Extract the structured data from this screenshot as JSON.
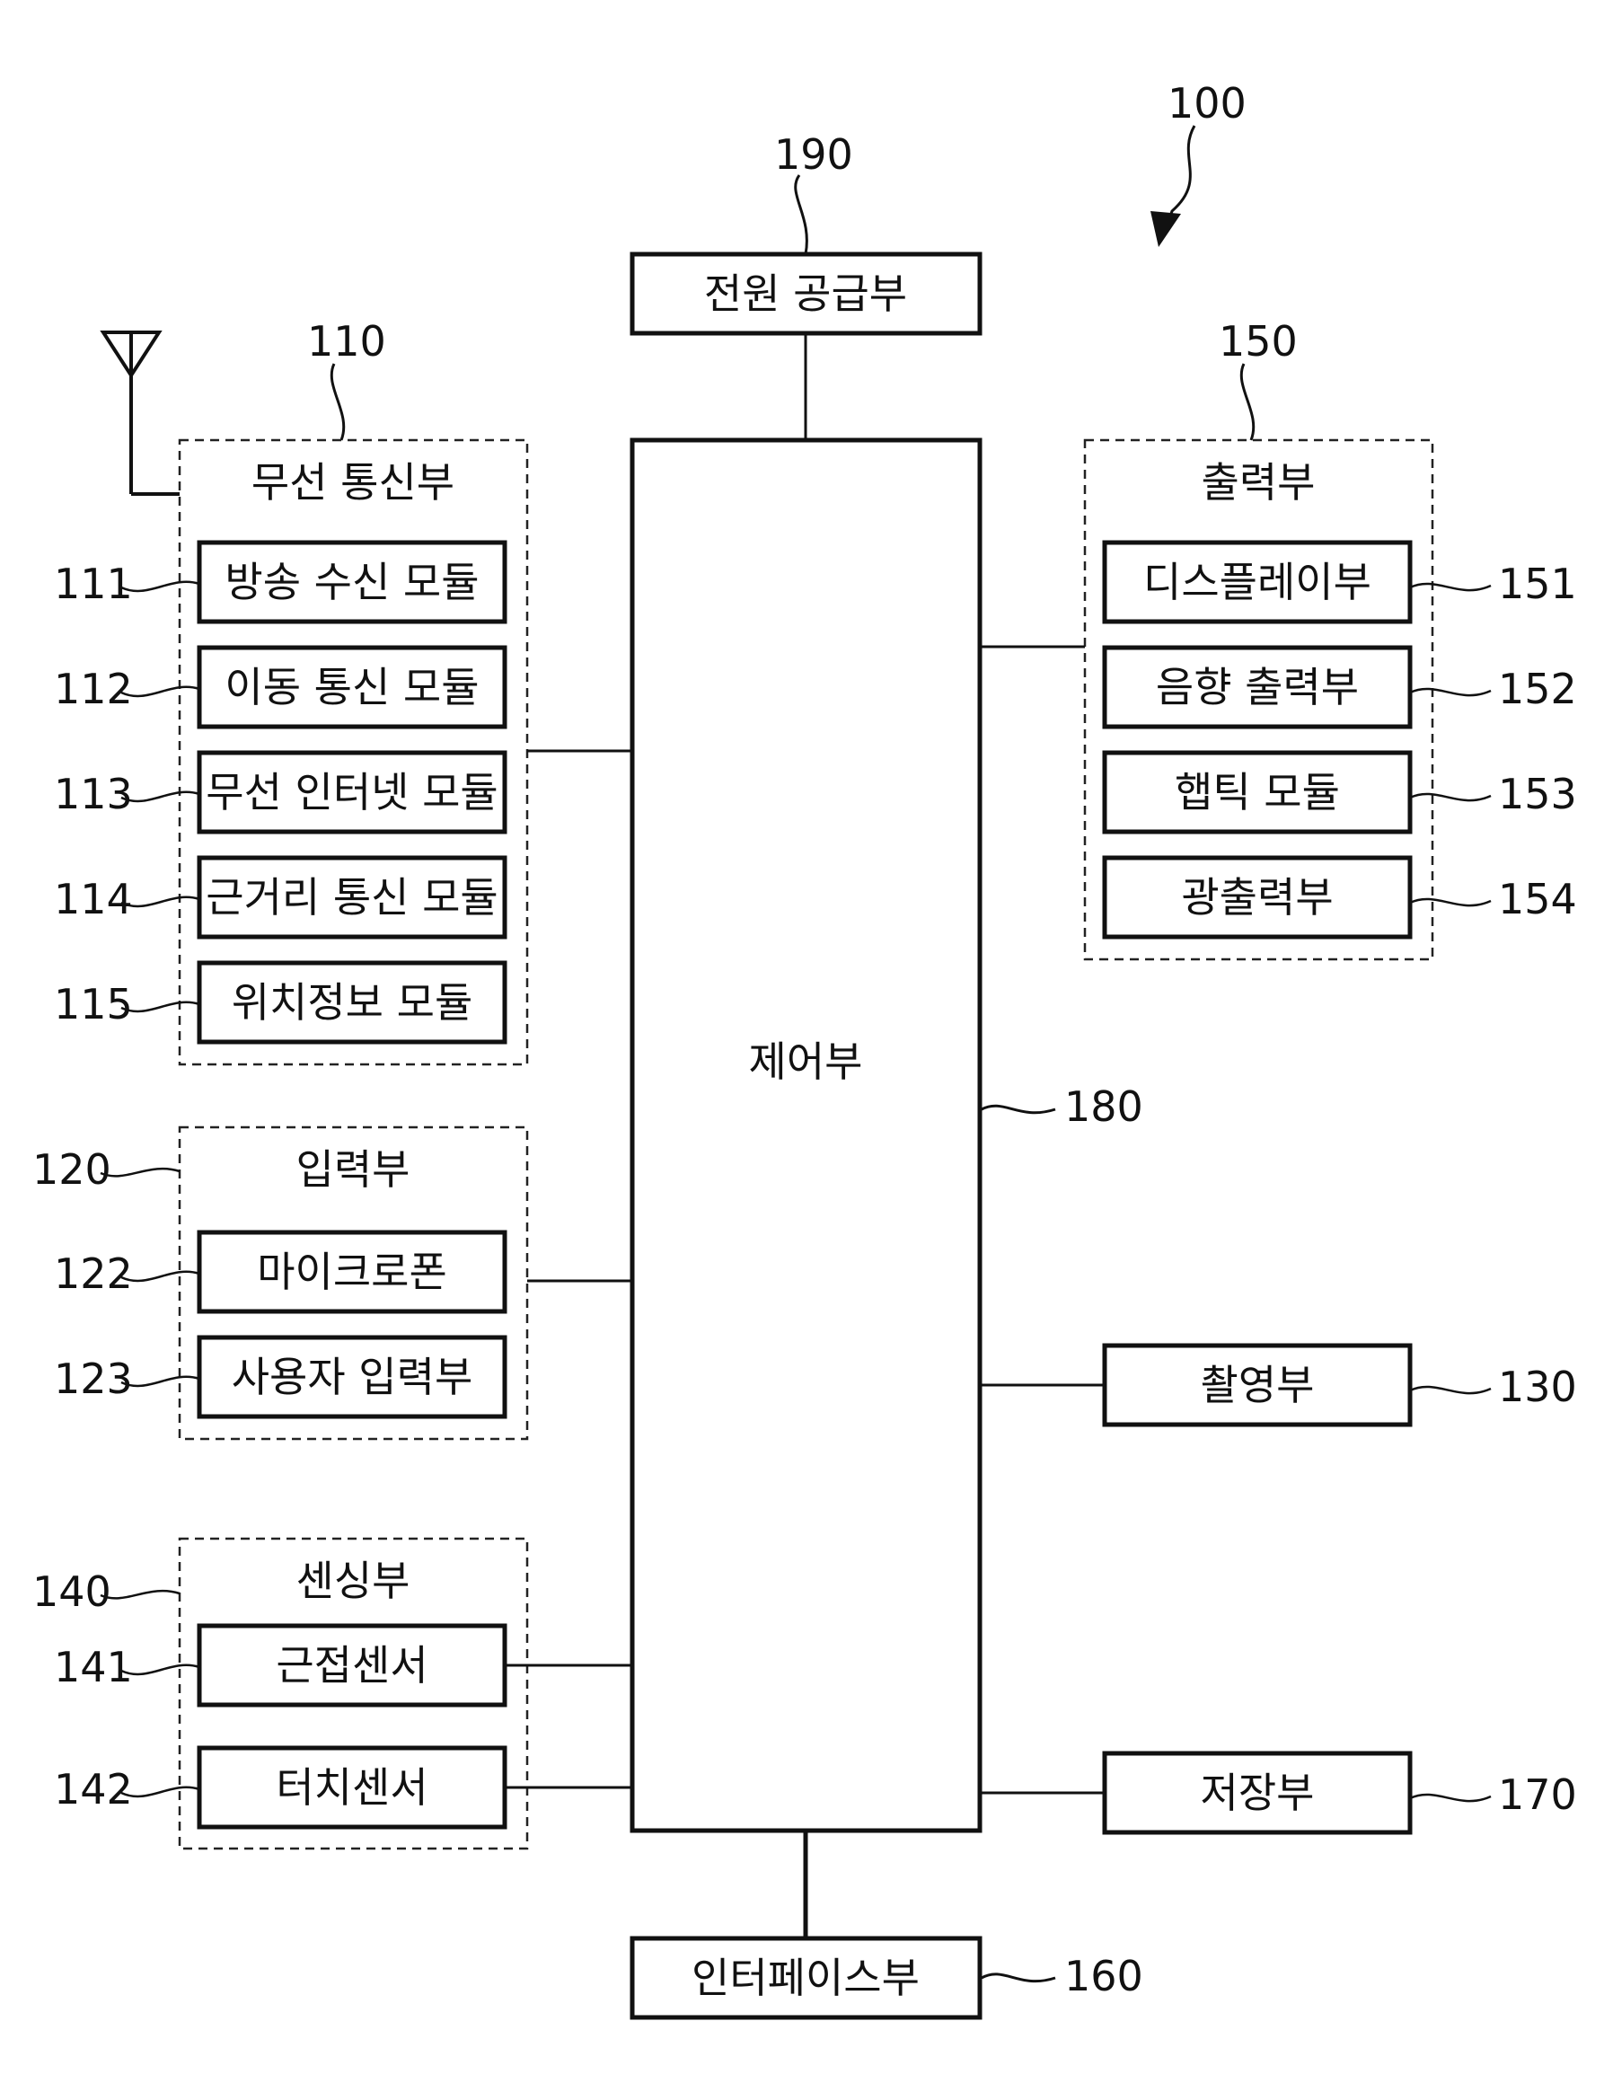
{
  "figure_ref": "100",
  "controller": {
    "ref": "180",
    "label": "제어부"
  },
  "power": {
    "ref": "190",
    "label": "전원 공급부"
  },
  "interface": {
    "ref": "160",
    "label": "인터페이스부"
  },
  "wireless": {
    "ref": "110",
    "title": "무선 통신부",
    "modules": [
      {
        "ref": "111",
        "label": "방송 수신 모듈"
      },
      {
        "ref": "112",
        "label": "이동 통신 모듈"
      },
      {
        "ref": "113",
        "label": "무선 인터넷 모듈"
      },
      {
        "ref": "114",
        "label": "근거리 통신 모듈"
      },
      {
        "ref": "115",
        "label": "위치정보 모듈"
      }
    ]
  },
  "input": {
    "ref": "120",
    "title": "입력부",
    "modules": [
      {
        "ref": "122",
        "label": "마이크로폰"
      },
      {
        "ref": "123",
        "label": "사용자 입력부"
      }
    ]
  },
  "sensing": {
    "ref": "140",
    "title": "센싱부",
    "modules": [
      {
        "ref": "141",
        "label": "근접센서"
      },
      {
        "ref": "142",
        "label": "터치센서"
      }
    ]
  },
  "output": {
    "ref": "150",
    "title": "출력부",
    "modules": [
      {
        "ref": "151",
        "label": "디스플레이부"
      },
      {
        "ref": "152",
        "label": "음향 출력부"
      },
      {
        "ref": "153",
        "label": "햅틱 모듈"
      },
      {
        "ref": "154",
        "label": "광출력부"
      }
    ]
  },
  "camera": {
    "ref": "130",
    "label": "촬영부"
  },
  "storage": {
    "ref": "170",
    "label": "저장부"
  }
}
